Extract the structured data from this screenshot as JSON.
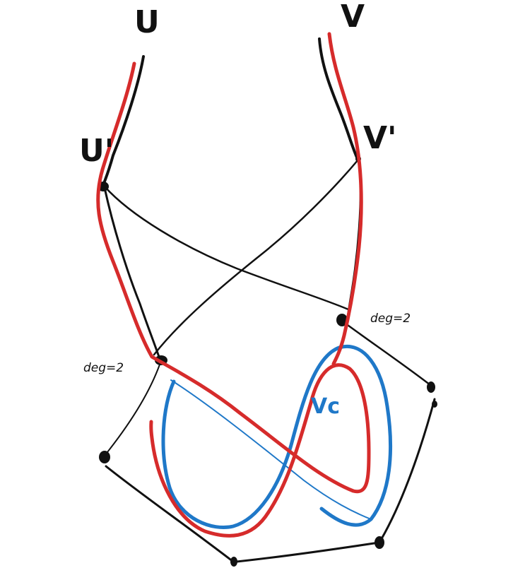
{
  "diagram": {
    "labels": {
      "u": "U",
      "v": "V",
      "u_prime": "U'",
      "v_prime": "V'",
      "deg_left": "deg=2",
      "deg_right": "deg=2",
      "cycle": "Vc"
    },
    "colors": {
      "black": "#111111",
      "red": "#d62b2b",
      "blue": "#1f78c8"
    }
  }
}
